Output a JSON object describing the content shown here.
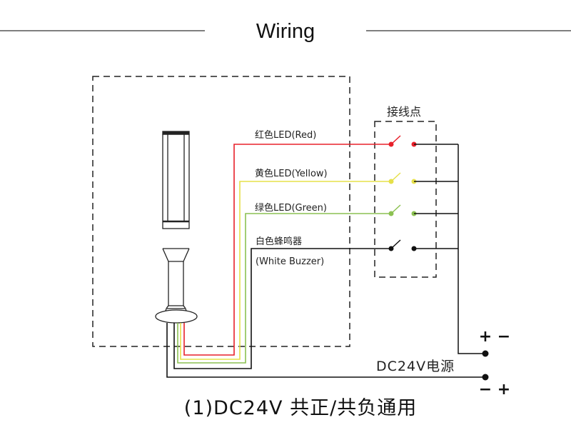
{
  "title": "Wiring",
  "terminal_block": {
    "label": "接线点"
  },
  "channels": [
    {
      "name": "red-led",
      "label": "红色LED(Red)",
      "color": "#e8202a"
    },
    {
      "name": "yellow-led",
      "label": "黄色LED(Yellow)",
      "color": "#e6e04a"
    },
    {
      "name": "green-led",
      "label": "绿色LED(Green)",
      "color": "#8cc152"
    },
    {
      "name": "white-buzzer",
      "label": "白色蜂鸣器",
      "sublabel": "(White Buzzer)",
      "color": "#111111"
    }
  ],
  "power": {
    "label": "DC24V电源",
    "top_signs": [
      "+",
      "−"
    ],
    "bottom_signs": [
      "−",
      "+"
    ]
  },
  "caption": "(1)DC24V 共正/共负通用"
}
